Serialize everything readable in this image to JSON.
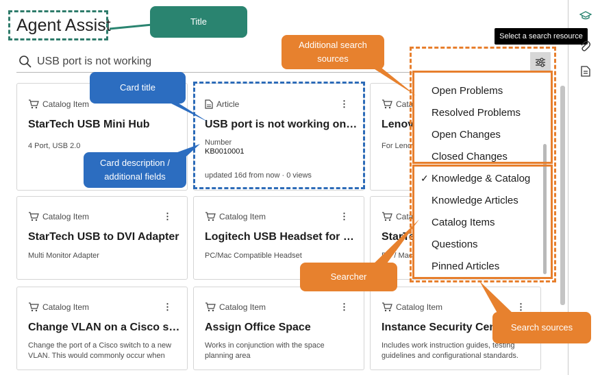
{
  "title": "Agent Assist",
  "search": {
    "value": "USB port is not working"
  },
  "tooltip": "Select a search resource",
  "cards": [
    {
      "type": "Catalog Item",
      "icon": "cart-icon",
      "title": "StarTech USB Mini Hub",
      "desc": "4 Port, USB 2.0"
    },
    {
      "type": "Article",
      "icon": "document-icon",
      "title": "USB port is not working on m…",
      "number_label": "Number",
      "number": "KB0010001",
      "footer": "updated 16d from now · 0 views",
      "menu": "⋮"
    },
    {
      "type": "Catalog Item",
      "icon": "cart-icon",
      "title": "Lenovo",
      "desc": "For Lenovo"
    },
    {
      "type": "Catalog Item",
      "icon": "cart-icon",
      "title": "StarTech USB to DVI Adapter",
      "desc": "Multi Monitor Adapter",
      "menu": "⋮"
    },
    {
      "type": "Catalog Item",
      "icon": "cart-icon",
      "title": "Logitech USB Headset for PC …",
      "desc": "PC/Mac Compatible Headset",
      "menu": "⋮"
    },
    {
      "type": "Catalog Item",
      "icon": "cart-icon",
      "title": "StarTech",
      "desc": "PC / Mac"
    },
    {
      "type": "Catalog Item",
      "icon": "cart-icon",
      "title": "Change VLAN on a Cisco swit…",
      "desc1": "Change the port of a Cisco switch to a new",
      "desc2": "VLAN. This would commonly occur when",
      "menu": "⋮"
    },
    {
      "type": "Catalog Item",
      "icon": "cart-icon",
      "title": "Assign Office Space",
      "desc1": "Works in conjunction with the space",
      "desc2": "planning area",
      "menu": "⋮"
    },
    {
      "type": "Catalog Item",
      "icon": "cart-icon",
      "title": "Instance Security Center",
      "desc1": "Includes work instruction guides, testing",
      "desc2": "guidelines and configurational standards.",
      "menu": "⋮"
    }
  ],
  "dropdown": {
    "additional": [
      "Open Problems",
      "Resolved Problems",
      "Open Changes",
      "Closed Changes"
    ],
    "searcher": [
      "Knowledge & Catalog",
      "Knowledge Articles",
      "Catalog Items",
      "Questions",
      "Pinned Articles"
    ],
    "checkmark": "✓"
  },
  "callouts": {
    "title": "Title",
    "card_title": "Card title",
    "card_desc_line1": "Card description /",
    "card_desc_line2": "additional fields",
    "additional_line1": "Additional search",
    "additional_line2": "sources",
    "searcher": "Searcher",
    "search_sources": "Search sources"
  },
  "colors": {
    "green": "#2a8470",
    "blue": "#2c6dc0",
    "orange": "#e7812e"
  }
}
